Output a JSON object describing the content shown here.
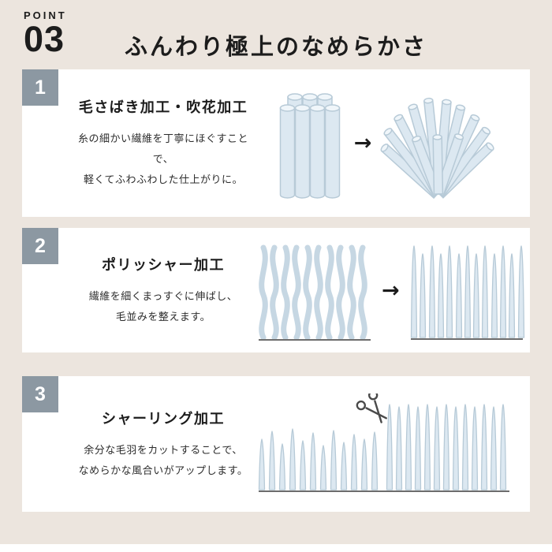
{
  "header": {
    "point_label": "POINT",
    "point_number": "03",
    "title": "ふんわり極上のなめらかさ"
  },
  "icons": {
    "arrow_right": "→",
    "scissors": "scissors"
  },
  "cards": [
    {
      "number": "1",
      "title": "毛さばき加工・吹花加工",
      "description_lines": [
        "糸の細かい繊維を丁寧にほぐすことで、",
        "軽くてふわふわした仕上がりに。"
      ],
      "illustrations": [
        "fiber-bundle",
        "fluffed-fibers"
      ],
      "has_arrow": true
    },
    {
      "number": "2",
      "title": "ポリッシャー加工",
      "description_lines": [
        "繊維を細くまっすぐに伸ばし、",
        "毛並みを整えます。"
      ],
      "illustrations": [
        "wavy-fibers",
        "straight-fibers"
      ],
      "has_arrow": true
    },
    {
      "number": "3",
      "title": "シャーリング加工",
      "description_lines": [
        "余分な毛羽をカットすることで、",
        "なめらかな風合いがアップします。"
      ],
      "illustrations": [
        "uneven-pile-with-scissors",
        "even-pile"
      ],
      "has_arrow": false
    }
  ],
  "colors": {
    "background": "#ece5de",
    "card_background": "#ffffff",
    "badge_background": "#8c98a2",
    "fiber_fill": "#dce8f1",
    "fiber_stroke": "#b7cad7",
    "text": "#1c1c1c"
  }
}
